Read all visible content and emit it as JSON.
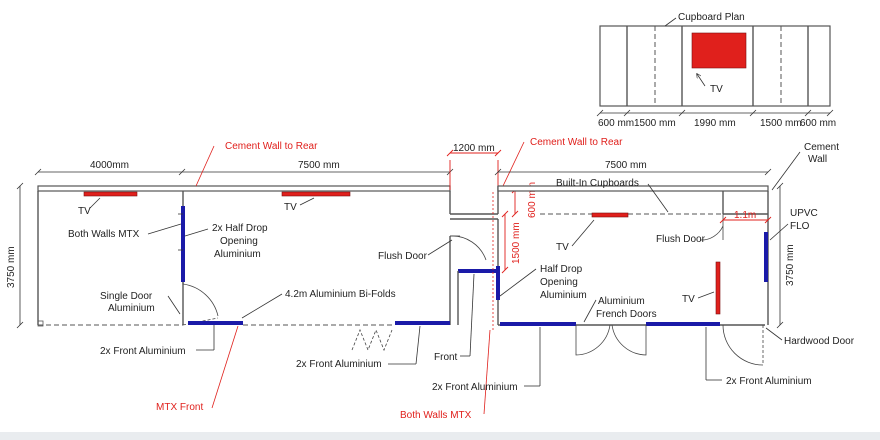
{
  "cupboard_plan": {
    "title": "Cupboard Plan",
    "tv_label": "TV",
    "dims": [
      "600 mm",
      "1500 mm",
      "1990 mm",
      "1500 mm",
      "600 mm"
    ]
  },
  "left_unit": {
    "dim_width_a": "4000mm",
    "dim_width_b": "7500 mm",
    "dim_height": "3750 mm",
    "cement_wall": "Cement Wall to Rear",
    "tv_a": "TV",
    "tv_b": "TV",
    "both_walls_mtx": "Both Walls MTX",
    "half_drop": [
      "2x Half Drop",
      "Opening",
      "Aluminium"
    ],
    "single_door": [
      "Single Door",
      "Aluminium"
    ],
    "bifolds": "4.2m Aluminium Bi-Folds",
    "front_alu_a": "2x Front Aluminium",
    "front_alu_b": "2x Front Aluminium",
    "mtx_front": "MTX Front",
    "flush_door": "Flush Door"
  },
  "middle": {
    "dim_1200": "1200 mm",
    "dim_1500": "1500 mm",
    "dim_600": "600 mm",
    "front": "Front",
    "half_drop": [
      "Half Drop",
      "Opening",
      "Aluminium"
    ],
    "front_alu": "2x Front Aluminium",
    "both_walls_mtx": "Both Walls MTX"
  },
  "right_unit": {
    "cement_wall": "Cement Wall to Rear",
    "dim_width": "7500 mm",
    "dim_height": "3750 mm",
    "built_in": "Built-In Cupboards",
    "tv_a": "TV",
    "tv_b": "TV",
    "flush_door": "Flush Door",
    "dim_11": "1.1m",
    "cement_wall_side": [
      "Cement",
      "Wall"
    ],
    "upvc": [
      "UPVC",
      "FLO"
    ],
    "french_doors": [
      "Aluminium",
      "French Doors"
    ],
    "hardwood_door": "Hardwood Door",
    "front_alu": "2x Front Aluminium"
  }
}
